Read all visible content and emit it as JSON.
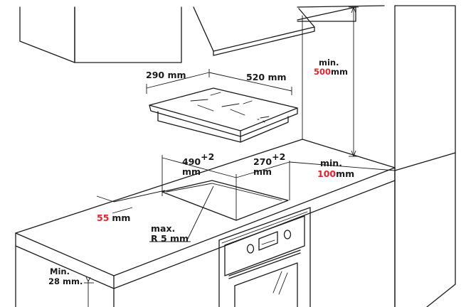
{
  "dimensions": {
    "hob_depth": "290 mm",
    "hob_width": "520 mm",
    "min_height_label": "min.",
    "min_height_value": "500",
    "min_height_unit": "mm",
    "cutout_width_value": "490",
    "cutout_width_tol": "+2",
    "cutout_width_unit": "mm",
    "cutout_depth_value": "270",
    "cutout_depth_tol": "+2",
    "cutout_depth_unit": "mm",
    "min_back_label": "min.",
    "min_back_value": "100",
    "min_back_unit": "mm",
    "front_gap_value": "55",
    "front_gap_unit": "mm",
    "radius_line1": "max.",
    "radius_line2": "R 5 mm",
    "thickness_line1": "Min.",
    "thickness_line2": "28 mm."
  },
  "colors": {
    "highlight": "#e8202a",
    "line": "#1a1a1a"
  }
}
